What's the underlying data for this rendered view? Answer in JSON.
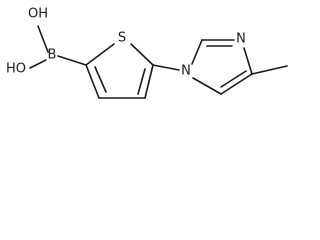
{
  "molecule": {
    "atoms": {
      "oh_top": "OH",
      "oh_bottom": "HO",
      "boron": "B",
      "sulfur": "S",
      "n_imidazole_1": "N",
      "n_imidazole_3": "N"
    }
  }
}
